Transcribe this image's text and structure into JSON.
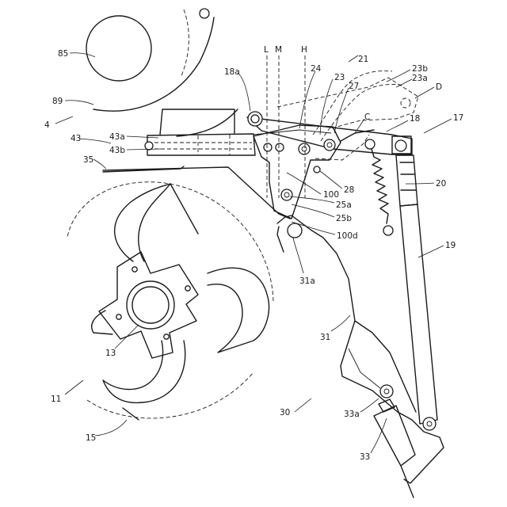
{
  "labels": {
    "l85": "85",
    "l89": "89",
    "l4": "4",
    "l43": "43",
    "l43a": "43a",
    "l43b": "43b",
    "l35": "35",
    "l18a": "18a",
    "lL": "L",
    "lM": "M",
    "lH": "H",
    "l21": "21",
    "l24": "24",
    "l23": "23",
    "l27": "27",
    "l23b": "23b",
    "l23a": "23a",
    "lD": "D",
    "lC": "C",
    "l18": "18",
    "l17": "17",
    "l20": "20",
    "l28": "28",
    "l100": "100",
    "l25a": "25a",
    "l25b": "25b",
    "l100d": "100d",
    "l31a": "31a",
    "l19": "19",
    "l31": "31",
    "l13": "13",
    "l11": "11",
    "l30": "30",
    "l33a": "33a",
    "l33": "33",
    "l15": "15"
  }
}
